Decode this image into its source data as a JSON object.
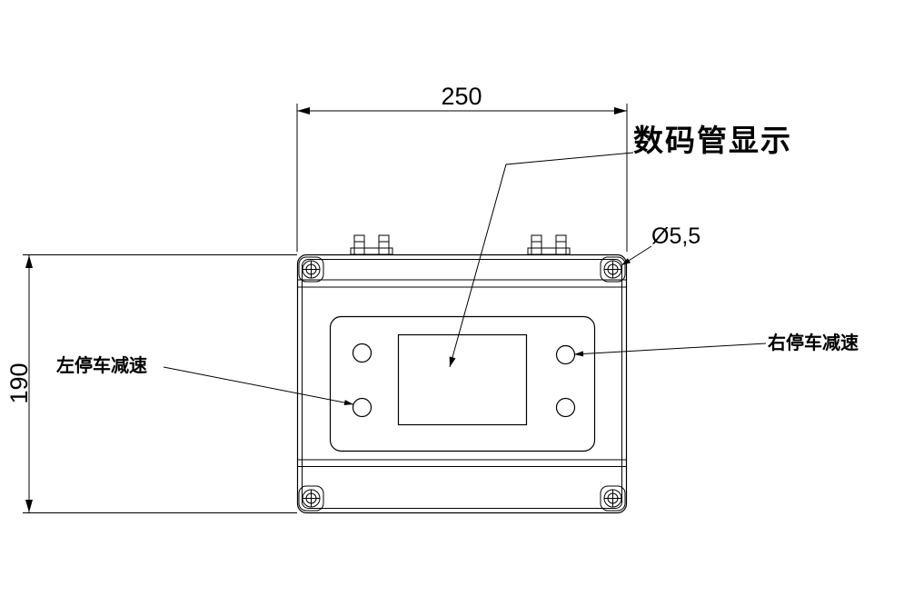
{
  "drawing": {
    "dimensions": {
      "width": "250",
      "height": "190",
      "hole_diameter": "Ø5,5"
    },
    "labels": {
      "display": "数码管显示",
      "left_button": "左停车减速",
      "right_button": "右停车减速"
    },
    "colors": {
      "line": "#000000",
      "background": "#ffffff"
    },
    "icons": {
      "corner_screw": "crosshead-screw"
    }
  }
}
